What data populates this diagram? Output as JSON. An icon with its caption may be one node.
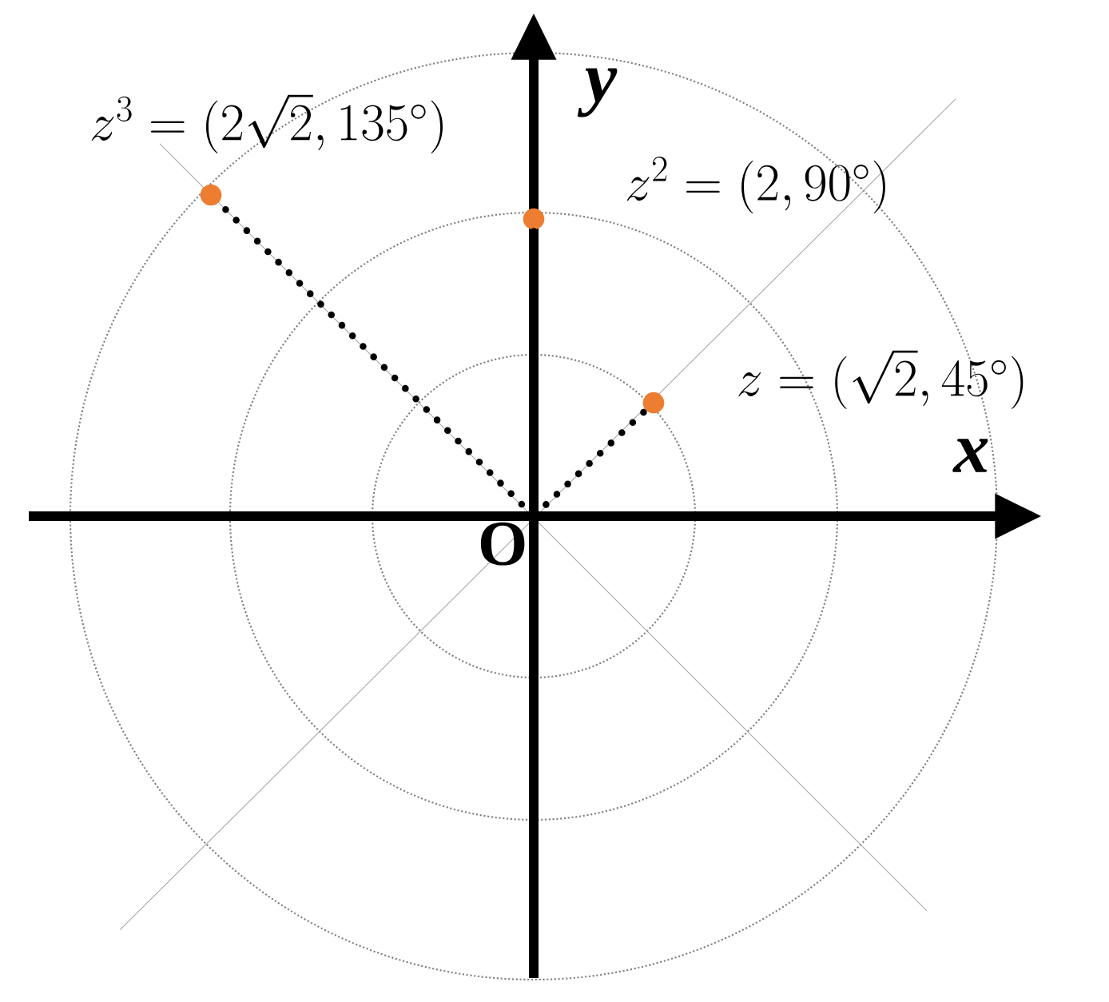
{
  "diagram": {
    "nodes": [
      {
        "text": [
          "O"
        ]
      },
      {
        "text": [],
        "shape": "circle",
        "beside": [
          "z = (\\sqrt{2}, 45^\\circ)"
        ]
      },
      {
        "text": [],
        "shape": "circle",
        "beside": [
          "z^2 = (2, 90^\\circ)"
        ]
      },
      {
        "text": [],
        "shape": "circle",
        "beside": [
          "z^3 = (2\\sqrt{2}, 135^\\circ)"
        ]
      }
    ],
    "edges": [
      {
        "from": 0,
        "to": 1,
        "arrow": "none"
      },
      {
        "from": 0,
        "to": 2,
        "arrow": "none"
      },
      {
        "from": 0,
        "to": 3,
        "arrow": "none"
      }
    ],
    "labels": [
      "x",
      "y"
    ]
  }
}
